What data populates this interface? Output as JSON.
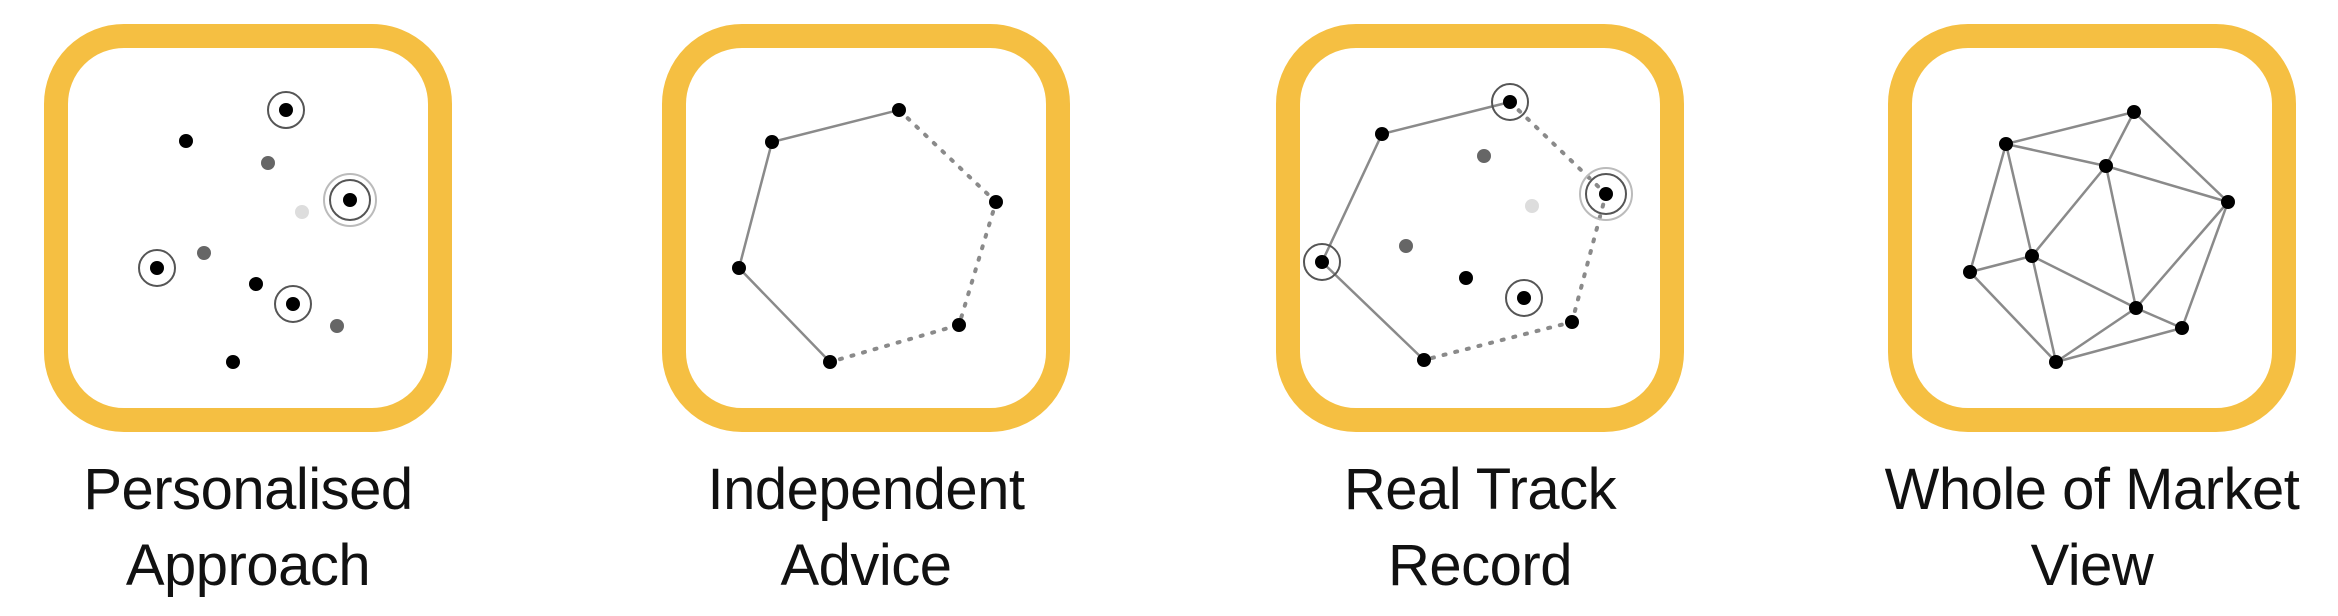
{
  "theme": {
    "frame_color": "#F5BF42",
    "dot_dark": "#000000",
    "dot_mid": "#666666",
    "dot_light": "#DDDDDD",
    "line_color": "#8A8A8A"
  },
  "features": [
    {
      "line1": "Personalised",
      "line2": "Approach",
      "icon": "scattered-dots-icon"
    },
    {
      "line1": "Independent",
      "line2": "Advice",
      "icon": "hexagon-network-icon"
    },
    {
      "line1": "Real Track",
      "line2": "Record",
      "icon": "tracked-network-icon"
    },
    {
      "line1": "Whole of Market",
      "line2": "View",
      "icon": "full-mesh-network-icon"
    }
  ]
}
